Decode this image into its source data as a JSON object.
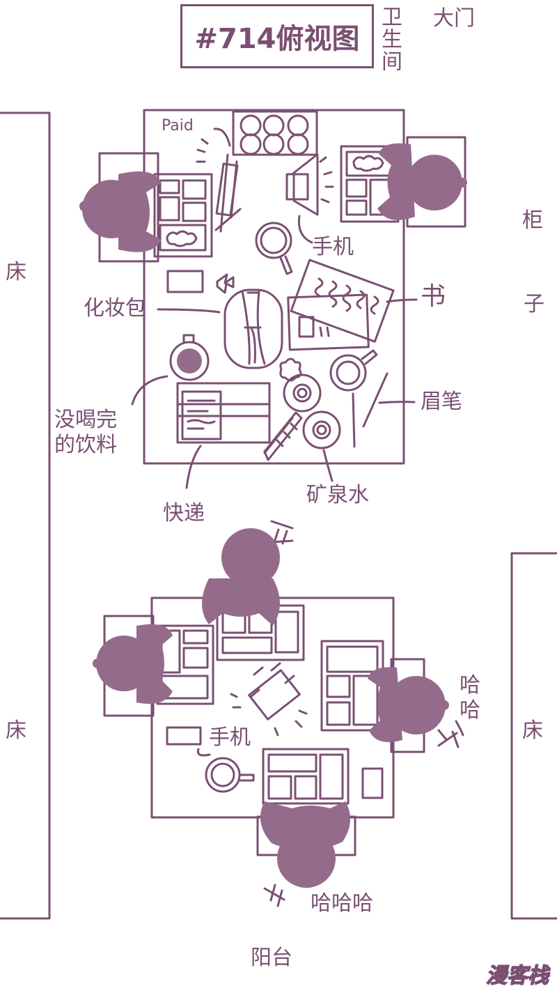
{
  "title": "#714俯视图",
  "colors": {
    "ink": "#7a4f72",
    "person": "#956b8c",
    "paper": "#ffffff"
  },
  "labels": {
    "bathroom": "卫生间",
    "main_door": "大门",
    "cabinet_1": "柜",
    "cabinet_2": "子",
    "bed_left_top": "床",
    "bed_left_bottom": "床",
    "bed_right": "床",
    "paid": "Paid",
    "phone_top": "手机",
    "makeup_bag": "化妆包",
    "book": "书",
    "eyebrow_pencil": "眉笔",
    "unfinished_drink": "没喝完\n的饮料",
    "delivery": "快递",
    "mineral_water": "矿泉水",
    "phone_bottom": "手机",
    "haha_right": "哈\n哈",
    "hahaha_bottom": "哈哈哈",
    "balcony": "阳台"
  },
  "watermark": "漫客栈"
}
